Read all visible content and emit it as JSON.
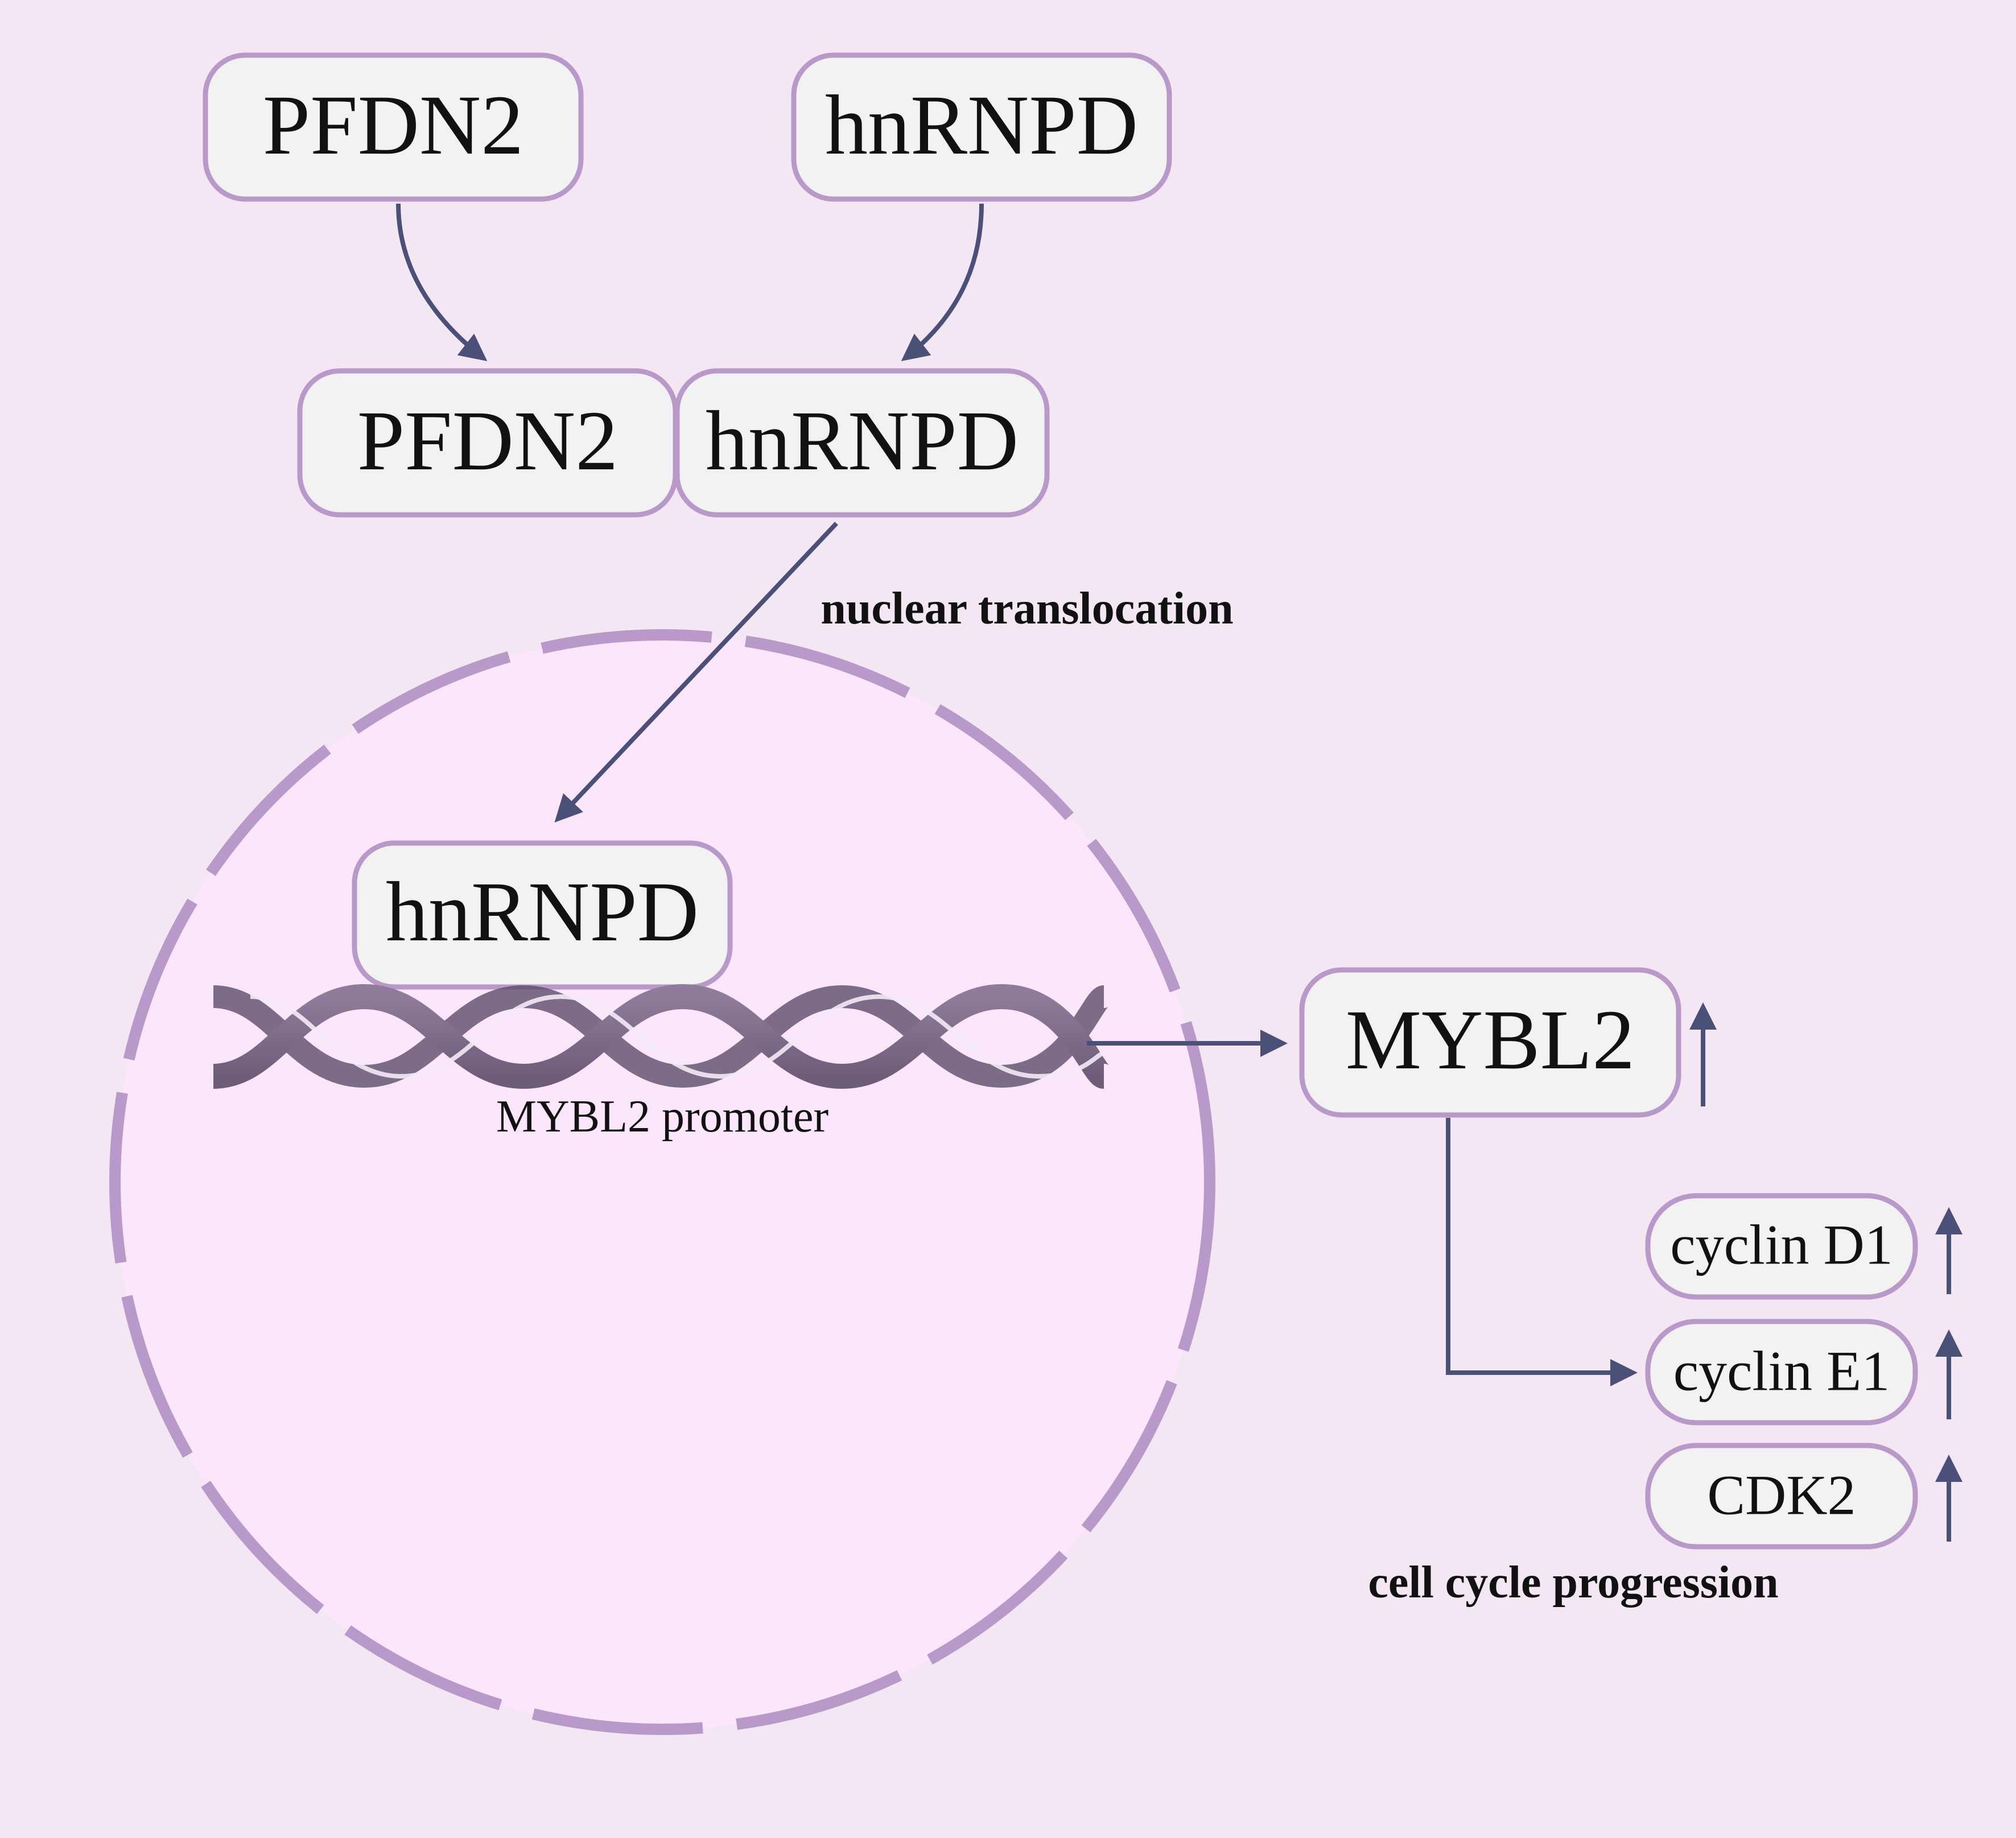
{
  "cytoplasm": {
    "pfdn2": "PFDN2",
    "hnrnpd": "hnRNPD",
    "complex_pfdn2": "PFDN2",
    "complex_hnrnpd": "hnRNPD"
  },
  "nuclear_translocation_label": "nuclear translocation",
  "nucleus": {
    "hnrnpd": "hnRNPD",
    "promoter_label": "MYBL2 promoter"
  },
  "mybl2": "MYBL2",
  "targets": [
    "cyclin D1",
    "cyclin E1",
    "CDK2"
  ],
  "cell_cycle_label": "cell cycle progression",
  "colors": {
    "background": "#f2e7f3",
    "nucleus_fill": "#fce6fb",
    "box_stroke": "#b999c9",
    "box_fill": "#f2f2f2",
    "arrow": "#4a5078",
    "dna": "#7d6a8a"
  },
  "icons": [
    "up-arrow-icon",
    "dna-helix-icon"
  ]
}
